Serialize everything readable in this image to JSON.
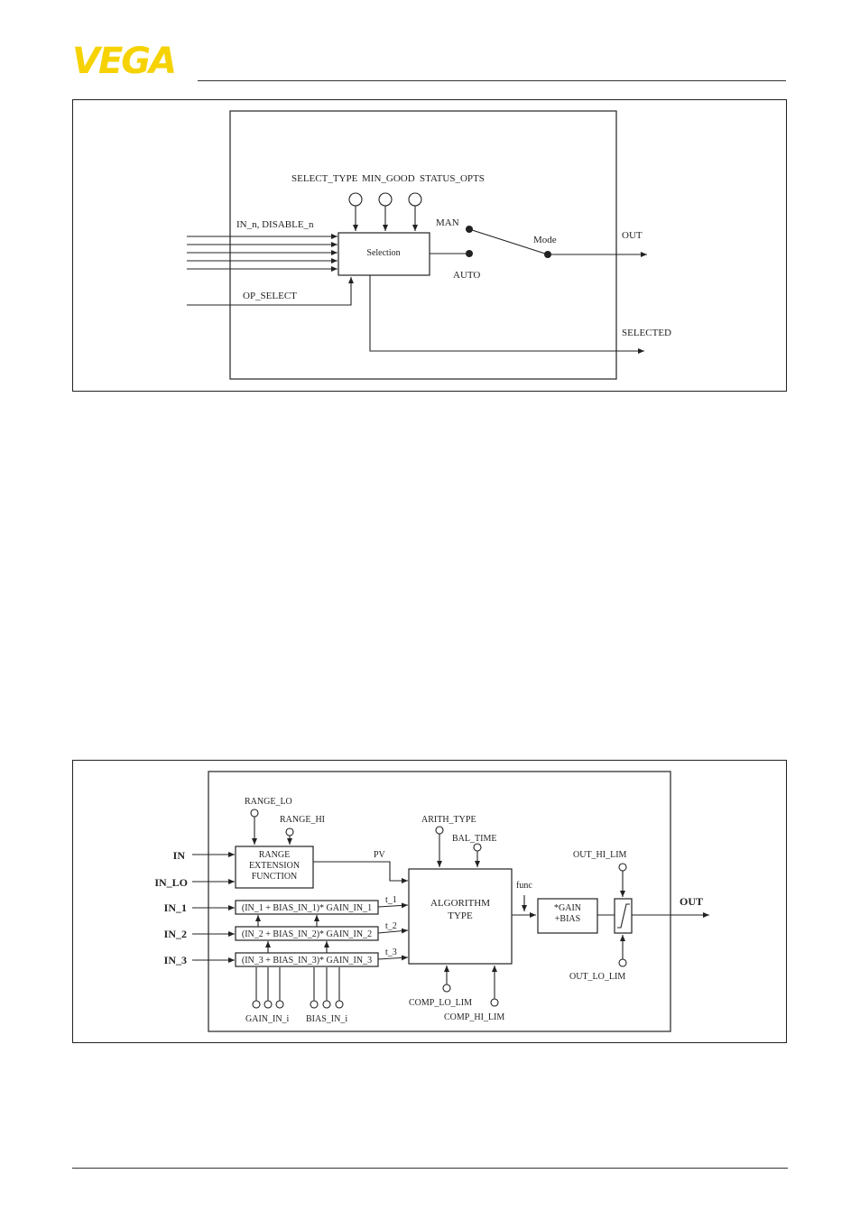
{
  "brand": {
    "name": "VEGA",
    "color": "#f6d200"
  },
  "figure1": {
    "params": [
      "SELECT_TYPE",
      "MIN_GOOD",
      "STATUS_OPTS"
    ],
    "input_label": "IN_n, DISABLE_n",
    "op_select_label": "OP_SELECT",
    "selection_label": "Selection",
    "man_label": "MAN",
    "auto_label": "AUTO",
    "mode_label": "Mode",
    "out_label": "OUT",
    "selected_label": "SELECTED"
  },
  "figure2": {
    "range_lo": "RANGE_LO",
    "range_hi": "RANGE_HI",
    "in_labels": [
      "IN",
      "IN_LO",
      "IN_1",
      "IN_2",
      "IN_3"
    ],
    "range_ext_lines": [
      "RANGE",
      "EXTENSION",
      "FUNCTION"
    ],
    "pv_label": "PV",
    "formulas": [
      "(IN_1 + BIAS_IN_1)* GAIN_IN_1",
      "(IN_2 + BIAS_IN_2)* GAIN_IN_2",
      "(IN_3 + BIAS_IN_3)* GAIN_IN_3"
    ],
    "t_labels": [
      "t_1",
      "t_2",
      "t_3"
    ],
    "arith_type": "ARITH_TYPE",
    "bal_time": "BAL_TIME",
    "algorithm_lines": [
      "ALGORITHM",
      "TYPE"
    ],
    "func_label": "func",
    "gain_lines": [
      "*GAIN",
      "+BIAS"
    ],
    "out_hi_lim": "OUT_HI_LIM",
    "out_lo_lim": "OUT_LO_LIM",
    "out_label": "OUT",
    "comp_lo_lim": "COMP_LO_LIM",
    "comp_hi_lim": "COMP_HI_LIM",
    "gain_in_i": "GAIN_IN_i",
    "bias_in_i": "BIAS_IN_i"
  }
}
